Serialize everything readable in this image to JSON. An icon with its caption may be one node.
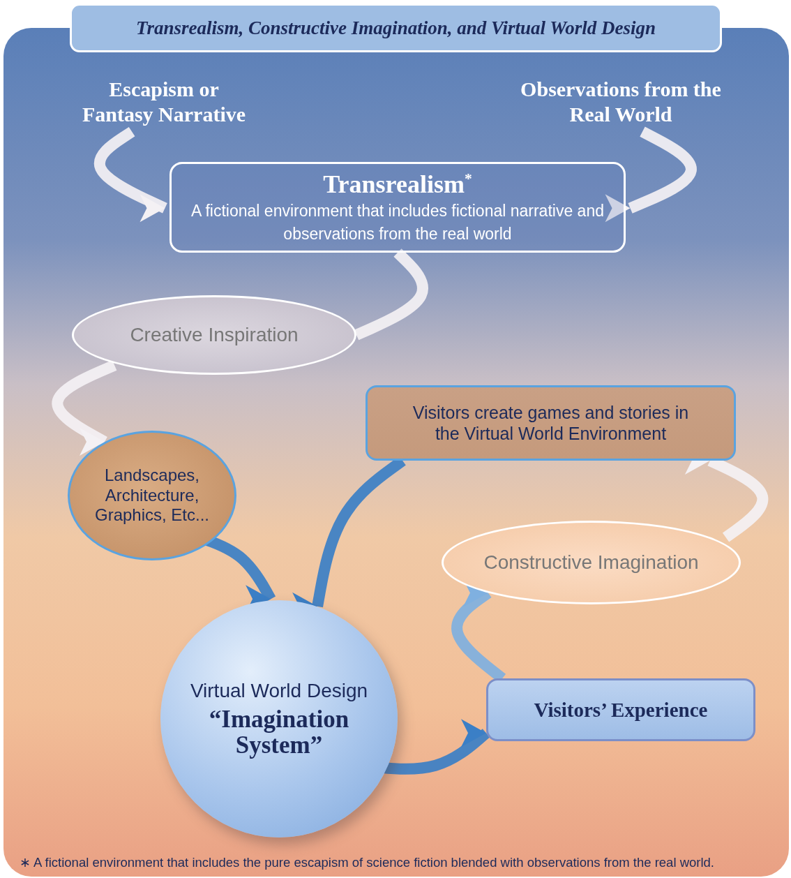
{
  "diagram": {
    "title": "Transrealism, Constructive Imagination, and Virtual World Design",
    "caption": "∗ A fictional environment that includes the pure escapism of science fiction blended with observations from the real world.",
    "nodes": [
      {
        "text": [
          "Escapism or Fantasy Narrative"
        ]
      },
      {
        "text": [
          "Observations from the Real World"
        ]
      },
      {
        "text": [
          "Transrealism$^{*}$",
          "A fictional environment that includes fictional narrative and observations from the real world"
        ]
      },
      {
        "text": [
          "Creative Inspiration"
        ]
      },
      {
        "text": [
          "Landscapes, Architecture, Graphics, Etc..."
        ]
      },
      {
        "text": [
          "Visitors create games and stories in the Virtual World Environment"
        ]
      },
      {
        "text": [
          "Constructive Imagination"
        ]
      },
      {
        "text": [
          "Virtual World Design",
          "“Imagination System”"
        ]
      },
      {
        "text": [
          "Visitors’ Experience"
        ]
      }
    ],
    "edges": [
      {
        "from": 0,
        "to": 2,
        "arrow": "to"
      },
      {
        "from": 1,
        "to": 2,
        "arrow": "to"
      },
      {
        "from": 2,
        "to": 3,
        "arrow": "to"
      },
      {
        "from": 3,
        "to": 4,
        "arrow": "to"
      },
      {
        "from": 4,
        "to": 7,
        "arrow": "to",
        "color": "#3b7fc6"
      },
      {
        "from": 5,
        "to": 7,
        "arrow": "to",
        "color": "#3b7fc6"
      },
      {
        "from": 7,
        "to": 8,
        "arrow": "to",
        "color": "#3b7fc6"
      },
      {
        "from": 8,
        "to": 6,
        "arrow": "to",
        "color": "#7fb0e0"
      },
      {
        "from": 6,
        "to": 5,
        "arrow": "to"
      }
    ]
  }
}
